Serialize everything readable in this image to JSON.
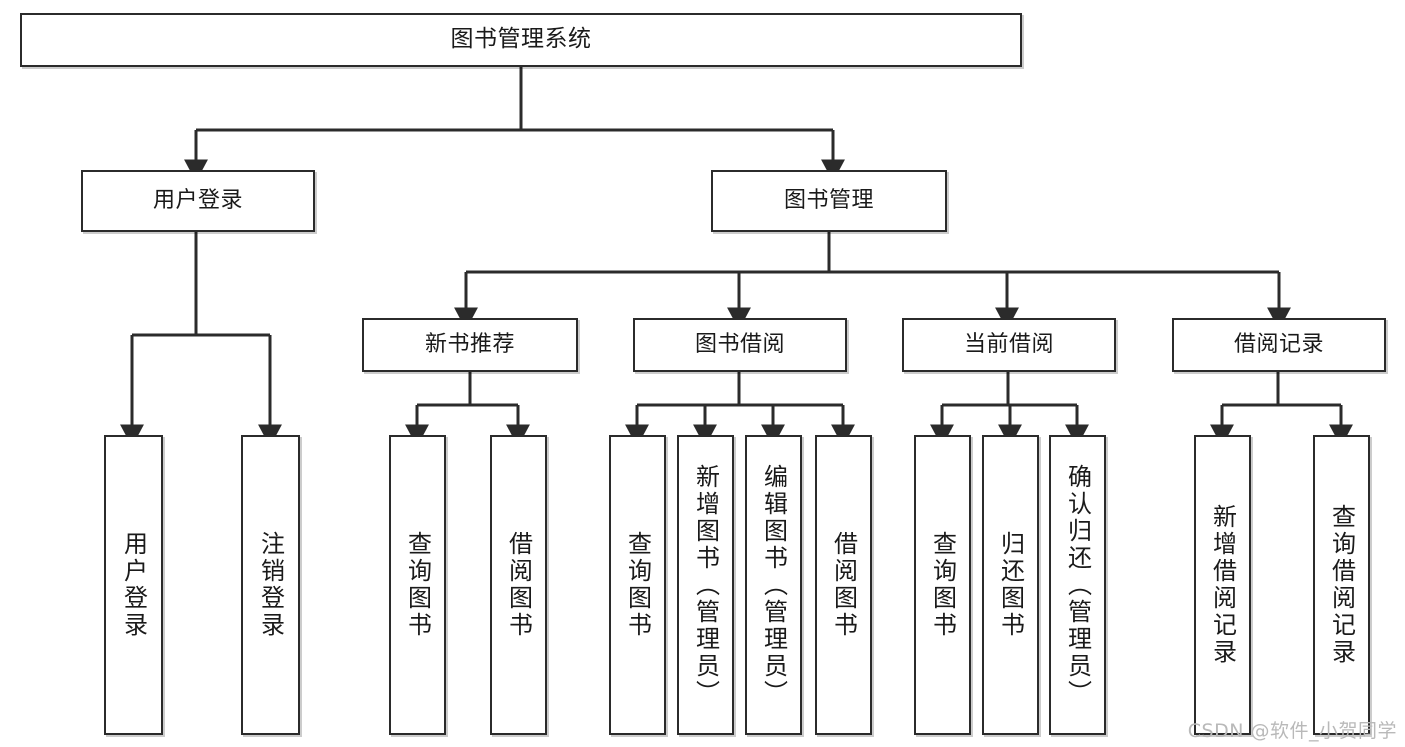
{
  "diagram": {
    "type": "tree-hierarchy",
    "title": "图书管理系统",
    "root": {
      "id": "root",
      "label": "图书管理系统"
    },
    "level2": [
      {
        "id": "user-login",
        "label": "用户登录"
      },
      {
        "id": "book-manage",
        "label": "图书管理"
      }
    ],
    "level3": [
      {
        "id": "new-book-recommend",
        "label": "新书推荐",
        "parent": "book-manage"
      },
      {
        "id": "book-borrow",
        "label": "图书借阅",
        "parent": "book-manage"
      },
      {
        "id": "current-borrow",
        "label": "当前借阅",
        "parent": "book-manage"
      },
      {
        "id": "borrow-record",
        "label": "借阅记录",
        "parent": "book-manage"
      }
    ],
    "leaves": [
      {
        "id": "leaf-user-login",
        "label": "用户登录",
        "parent": "user-login"
      },
      {
        "id": "leaf-logout",
        "label": "注销登录",
        "parent": "user-login"
      },
      {
        "id": "leaf-query-book-1",
        "label": "查询图书",
        "parent": "new-book-recommend"
      },
      {
        "id": "leaf-borrow-book-1",
        "label": "借阅图书",
        "parent": "new-book-recommend"
      },
      {
        "id": "leaf-query-book-2",
        "label": "查询图书",
        "parent": "book-borrow"
      },
      {
        "id": "leaf-add-book",
        "label": "新增图书（管理员）",
        "parent": "book-borrow"
      },
      {
        "id": "leaf-edit-book",
        "label": "编辑图书（管理员）",
        "parent": "book-borrow"
      },
      {
        "id": "leaf-borrow-book-2",
        "label": "借阅图书",
        "parent": "book-borrow"
      },
      {
        "id": "leaf-query-book-3",
        "label": "查询图书",
        "parent": "current-borrow"
      },
      {
        "id": "leaf-return-book",
        "label": "归还图书",
        "parent": "current-borrow"
      },
      {
        "id": "leaf-confirm-return",
        "label": "确认归还（管理员）",
        "parent": "current-borrow"
      },
      {
        "id": "leaf-add-record",
        "label": "新增借阅记录",
        "parent": "borrow-record"
      },
      {
        "id": "leaf-query-record",
        "label": "查询借阅记录",
        "parent": "borrow-record"
      }
    ],
    "colors": {
      "stroke": "#2b2b2b",
      "fill": "#ffffff",
      "text": "#1a1a1a",
      "watermark": "#b9b9b9"
    }
  },
  "watermark": {
    "text": "CSDN @软件_小贺同学"
  }
}
